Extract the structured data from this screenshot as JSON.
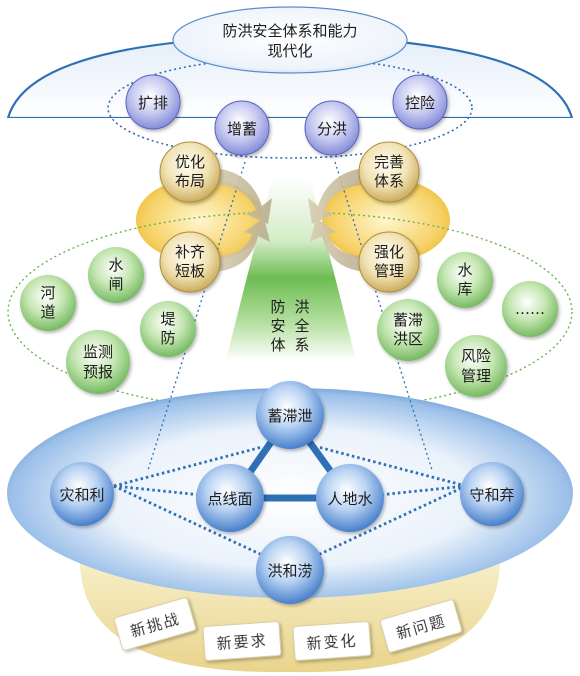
{
  "title": {
    "line1": "防洪安全体系和能力",
    "line2": "现代化"
  },
  "top_nodes": [
    "扩排",
    "增蓄",
    "分洪",
    "控险"
  ],
  "left_gold": [
    [
      "优化",
      "布局"
    ],
    [
      "补齐",
      "短板"
    ]
  ],
  "right_gold": [
    [
      "完善",
      "体系"
    ],
    [
      "强化",
      "管理"
    ]
  ],
  "center": {
    "col1": [
      "防",
      "安",
      "体"
    ],
    "col2": [
      "洪",
      "全",
      "系"
    ]
  },
  "left_green": [
    [
      "水",
      "闸"
    ],
    [
      "河",
      "道"
    ],
    [
      "堤",
      "防"
    ],
    [
      "监测",
      "预报"
    ]
  ],
  "right_green": [
    [
      "水",
      "库"
    ],
    [
      "……"
    ],
    [
      "蓄滞",
      "洪区"
    ],
    [
      "风险",
      "管理"
    ]
  ],
  "triangle": {
    "top": "蓄滞泄",
    "left": "点线面",
    "right": "人地水",
    "bottom": "洪和涝"
  },
  "side_nodes": {
    "left": "灾和利",
    "right": "守和弃"
  },
  "cards": [
    "新挑战",
    "新要求",
    "新变化",
    "新问题"
  ],
  "colors": {
    "blue_dark": "#2f6fb6",
    "blue_light": "#dbe9f8",
    "gold": "#f2c53c",
    "green": "#8ccc6a",
    "sand": "#f3e8b4"
  }
}
